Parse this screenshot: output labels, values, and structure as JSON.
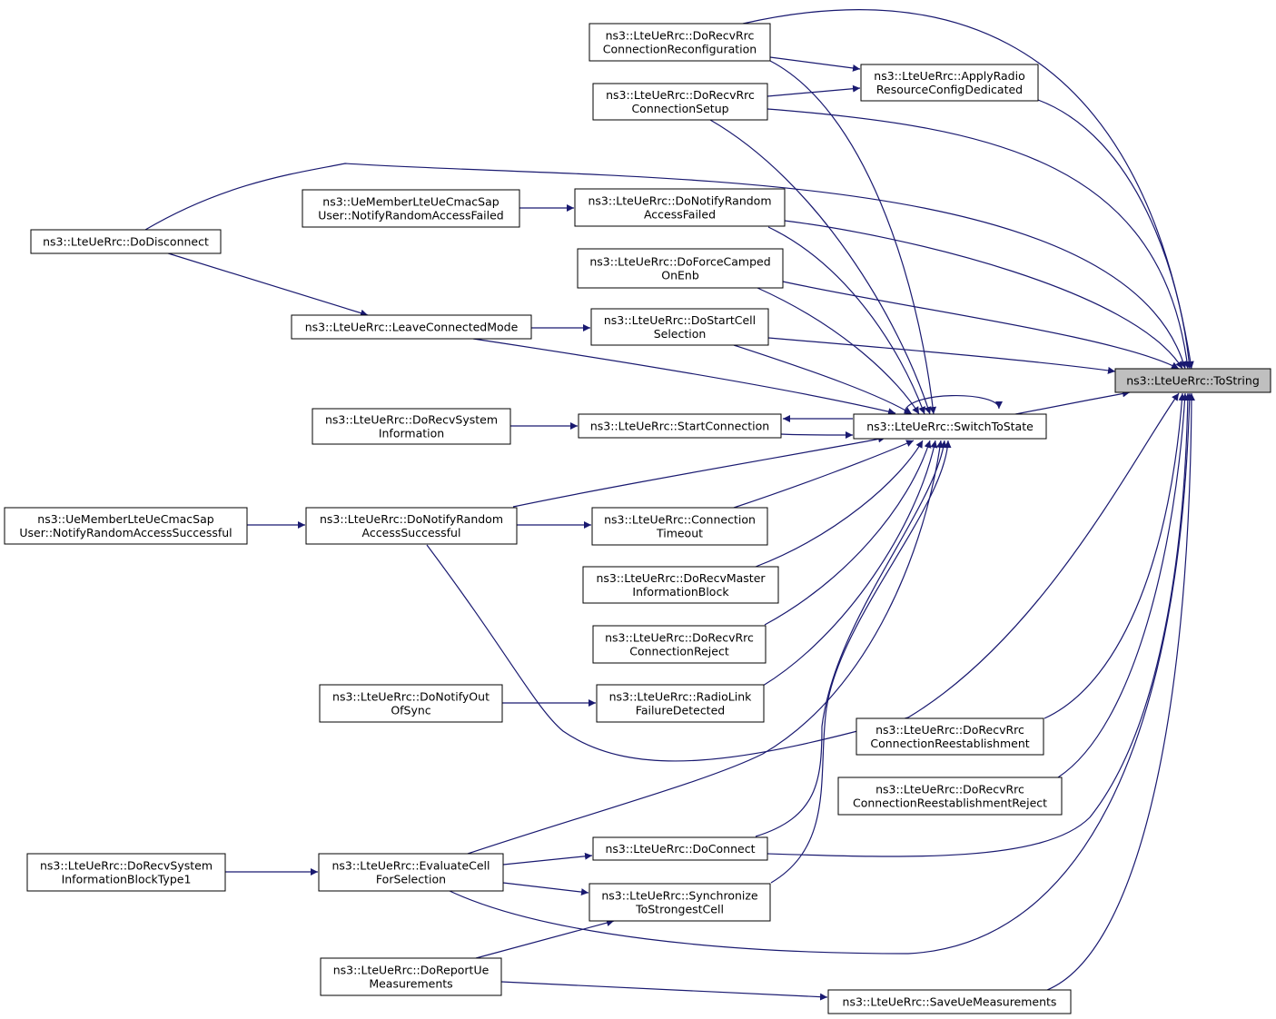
{
  "graph": {
    "edge_color": "#191970",
    "root_fill": "#bfbfbf",
    "nodes": {
      "tostring": [
        "ns3::LteUeRrc::ToString"
      ],
      "switchtostate": [
        "ns3::LteUeRrc::SwitchToState"
      ],
      "recv_reconfig": [
        "ns3::LteUeRrc::DoRecvRrc",
        "ConnectionReconfiguration"
      ],
      "apply_radio": [
        "ns3::LteUeRrc::ApplyRadio",
        "ResourceConfigDedicated"
      ],
      "recv_setup": [
        "ns3::LteUeRrc::DoRecvRrc",
        "ConnectionSetup"
      ],
      "disconnect": [
        "ns3::LteUeRrc::DoDisconnect"
      ],
      "cmac_failed": [
        "ns3::UeMemberLteUeCmacSap",
        "User::NotifyRandomAccessFailed"
      ],
      "notify_failed": [
        "ns3::LteUeRrc::DoNotifyRandom",
        "AccessFailed"
      ],
      "force_camped": [
        "ns3::LteUeRrc::DoForceCamped",
        "OnEnb"
      ],
      "leave_connected": [
        "ns3::LteUeRrc::LeaveConnectedMode"
      ],
      "start_cell": [
        "ns3::LteUeRrc::DoStartCell",
        "Selection"
      ],
      "recv_sysinfo": [
        "ns3::LteUeRrc::DoRecvSystem",
        "Information"
      ],
      "start_connection": [
        "ns3::LteUeRrc::StartConnection"
      ],
      "cmac_success": [
        "ns3::UeMemberLteUeCmacSap",
        "User::NotifyRandomAccessSuccessful"
      ],
      "notify_success": [
        "ns3::LteUeRrc::DoNotifyRandom",
        "AccessSuccessful"
      ],
      "conn_timeout": [
        "ns3::LteUeRrc::Connection",
        "Timeout"
      ],
      "recv_mib": [
        "ns3::LteUeRrc::DoRecvMaster",
        "InformationBlock"
      ],
      "recv_reject": [
        "ns3::LteUeRrc::DoRecvRrc",
        "ConnectionReject"
      ],
      "notify_oos": [
        "ns3::LteUeRrc::DoNotifyOut",
        "OfSync"
      ],
      "rlf": [
        "ns3::LteUeRrc::RadioLink",
        "FailureDetected"
      ],
      "recv_reest": [
        "ns3::LteUeRrc::DoRecvRrc",
        "ConnectionReestablishment"
      ],
      "recv_reest_reject": [
        "ns3::LteUeRrc::DoRecvRrc",
        "ConnectionReestablishmentReject"
      ],
      "recv_sib1": [
        "ns3::LteUeRrc::DoRecvSystem",
        "InformationBlockType1"
      ],
      "eval_cell": [
        "ns3::LteUeRrc::EvaluateCell",
        "ForSelection"
      ],
      "do_connect": [
        "ns3::LteUeRrc::DoConnect"
      ],
      "sync_strongest": [
        "ns3::LteUeRrc::Synchronize",
        "ToStrongestCell"
      ],
      "report_meas": [
        "ns3::LteUeRrc::DoReportUe",
        "Measurements"
      ],
      "save_meas": [
        "ns3::LteUeRrc::SaveUeMeasurements"
      ]
    },
    "edges": [
      [
        "recv_reconfig",
        "tostring"
      ],
      [
        "recv_reconfig",
        "apply_radio"
      ],
      [
        "recv_reconfig",
        "switchtostate"
      ],
      [
        "apply_radio",
        "tostring"
      ],
      [
        "recv_setup",
        "apply_radio"
      ],
      [
        "recv_setup",
        "tostring"
      ],
      [
        "recv_setup",
        "switchtostate"
      ],
      [
        "disconnect",
        "tostring"
      ],
      [
        "disconnect",
        "leave_connected"
      ],
      [
        "cmac_failed",
        "notify_failed"
      ],
      [
        "notify_failed",
        "tostring"
      ],
      [
        "notify_failed",
        "switchtostate"
      ],
      [
        "force_camped",
        "tostring"
      ],
      [
        "force_camped",
        "switchtostate"
      ],
      [
        "leave_connected",
        "start_cell"
      ],
      [
        "leave_connected",
        "switchtostate"
      ],
      [
        "start_cell",
        "tostring"
      ],
      [
        "start_cell",
        "switchtostate"
      ],
      [
        "switchtostate",
        "tostring"
      ],
      [
        "switchtostate",
        "switchtostate"
      ],
      [
        "switchtostate",
        "start_connection"
      ],
      [
        "recv_sysinfo",
        "start_connection"
      ],
      [
        "start_connection",
        "switchtostate"
      ],
      [
        "cmac_success",
        "notify_success"
      ],
      [
        "notify_success",
        "conn_timeout"
      ],
      [
        "notify_success",
        "switchtostate"
      ],
      [
        "notify_success",
        "tostring"
      ],
      [
        "conn_timeout",
        "switchtostate"
      ],
      [
        "recv_mib",
        "switchtostate"
      ],
      [
        "recv_reject",
        "switchtostate"
      ],
      [
        "notify_oos",
        "rlf"
      ],
      [
        "rlf",
        "switchtostate"
      ],
      [
        "recv_reest",
        "tostring"
      ],
      [
        "recv_reest_reject",
        "tostring"
      ],
      [
        "recv_sib1",
        "eval_cell"
      ],
      [
        "eval_cell",
        "do_connect"
      ],
      [
        "eval_cell",
        "sync_strongest"
      ],
      [
        "eval_cell",
        "switchtostate"
      ],
      [
        "eval_cell",
        "tostring"
      ],
      [
        "do_connect",
        "tostring"
      ],
      [
        "do_connect",
        "switchtostate"
      ],
      [
        "sync_strongest",
        "switchtostate"
      ],
      [
        "report_meas",
        "sync_strongest"
      ],
      [
        "report_meas",
        "save_meas"
      ],
      [
        "save_meas",
        "tostring"
      ]
    ]
  }
}
